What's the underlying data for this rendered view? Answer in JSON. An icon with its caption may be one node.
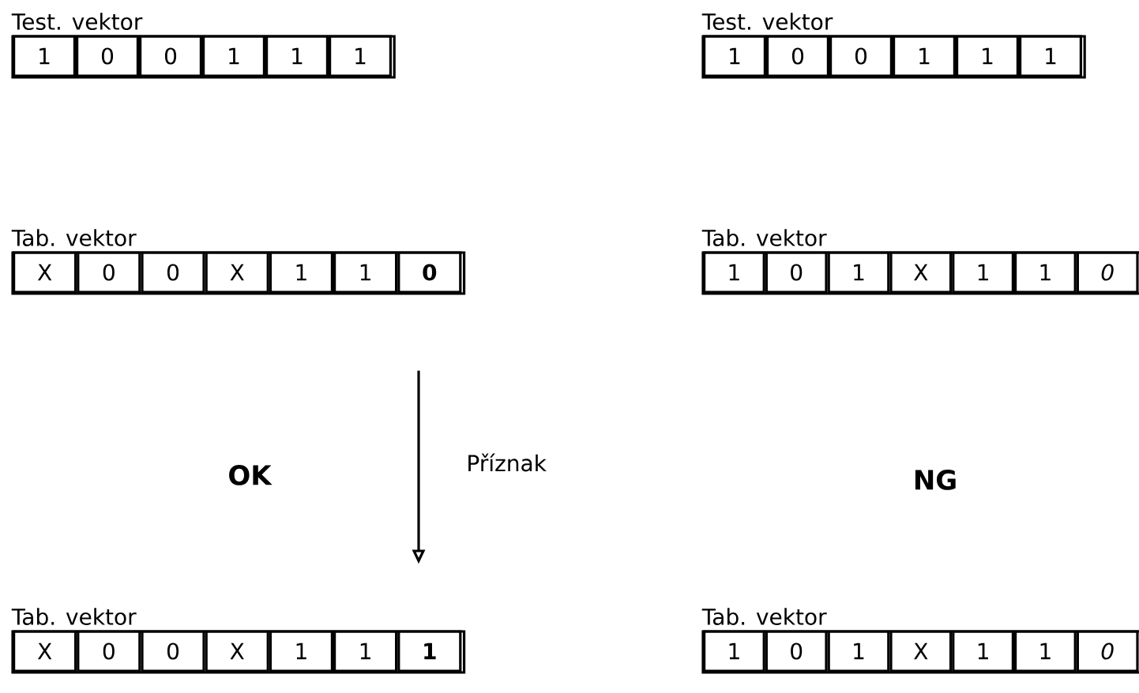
{
  "diagram": {
    "nodes": [
      {
        "text": [
          "Test. vektor"
        ]
      },
      {
        "text": [
          "1"
        ],
        "in": 0
      },
      {
        "text": [
          "0"
        ],
        "in": 0
      },
      {
        "text": [
          "0"
        ],
        "in": 0
      },
      {
        "text": [
          "1"
        ],
        "in": 0
      },
      {
        "text": [
          "1"
        ],
        "in": 0
      },
      {
        "text": [
          "1"
        ],
        "in": 0
      },
      {
        "text": [
          "Test. vektor"
        ]
      },
      {
        "text": [
          "1"
        ],
        "in": 7
      },
      {
        "text": [
          "0"
        ],
        "in": 7
      },
      {
        "text": [
          "0"
        ],
        "in": 7
      },
      {
        "text": [
          "1"
        ],
        "in": 7
      },
      {
        "text": [
          "1"
        ],
        "in": 7
      },
      {
        "text": [
          "1"
        ],
        "in": 7
      },
      {
        "text": [
          "Tab. vektor"
        ]
      },
      {
        "text": [
          "X"
        ],
        "in": 14
      },
      {
        "text": [
          "0"
        ],
        "in": 14
      },
      {
        "text": [
          "0"
        ],
        "in": 14
      },
      {
        "text": [
          "X"
        ],
        "in": 14
      },
      {
        "text": [
          "1"
        ],
        "in": 14
      },
      {
        "text": [
          "1"
        ],
        "in": 14
      },
      {
        "text": [
          "**0**"
        ],
        "in": 14
      },
      {
        "text": [
          "Tab. vektor"
        ]
      },
      {
        "text": [
          "1"
        ],
        "in": 22
      },
      {
        "text": [
          "0"
        ],
        "in": 22
      },
      {
        "text": [
          "1"
        ],
        "in": 22
      },
      {
        "text": [
          "X"
        ],
        "in": 22
      },
      {
        "text": [
          "1"
        ],
        "in": 22
      },
      {
        "text": [
          "1"
        ],
        "in": 22
      },
      {
        "text": [
          "*0*"
        ],
        "in": 22
      },
      {
        "text": [
          "Tab. vektor"
        ]
      },
      {
        "text": [
          "X"
        ],
        "in": 30
      },
      {
        "text": [
          "0"
        ],
        "in": 30
      },
      {
        "text": [
          "0"
        ],
        "in": 30
      },
      {
        "text": [
          "X"
        ],
        "in": 30
      },
      {
        "text": [
          "1"
        ],
        "in": 30
      },
      {
        "text": [
          "1"
        ],
        "in": 30
      },
      {
        "text": [
          "**1**"
        ],
        "in": 30
      },
      {
        "text": [
          "Tab. vektor"
        ]
      },
      {
        "text": [
          "1"
        ],
        "in": 38
      },
      {
        "text": [
          "0"
        ],
        "in": 38
      },
      {
        "text": [
          "1"
        ],
        "in": 38
      },
      {
        "text": [
          "X"
        ],
        "in": 38
      },
      {
        "text": [
          "1"
        ],
        "in": 38
      },
      {
        "text": [
          "1"
        ],
        "in": 38
      },
      {
        "text": [
          "*0*"
        ],
        "in": 38
      }
    ],
    "edges": [
      {
        "from": 14,
        "to": 30,
        "arrow": "to",
        "label": "Příznak"
      }
    ],
    "labels": [
      "OK",
      "NG"
    ]
  }
}
